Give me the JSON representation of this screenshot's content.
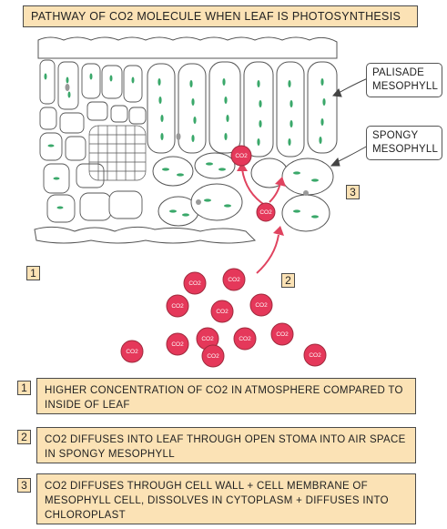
{
  "title": "PATHWAY OF CO2 MOLECULE WHEN LEAF IS PHOTOSYNTHESIS",
  "labels": {
    "palisade_line1": "PALISADE",
    "palisade_line2": "MESOPHYLL",
    "spongy_line1": "SPONGY",
    "spongy_line2": "MESOPHYLL"
  },
  "markers": {
    "one": "1",
    "two": "2",
    "three": "3"
  },
  "molecule_label": "CO2",
  "steps": [
    {
      "num": "1",
      "text": "HIGHER CONCENTRATION OF CO2 IN ATMOSPHERE COMPARED TO INSIDE OF LEAF"
    },
    {
      "num": "2",
      "text": "CO2 DIFFUSES INTO LEAF THROUGH OPEN STOMA INTO AIR SPACE IN SPONGY MESOPHYLL"
    },
    {
      "num": "3",
      "text": "CO2 DIFFUSES THROUGH CELL WALL + CELL MEMBRANE OF MESOPHYLL CELL, DISSOLVES IN CYTOPLASM + DIFFUSES INTO CHLOROPLAST"
    }
  ],
  "colors": {
    "box_fill": "#fbe2b5",
    "co2_fill": "#e5385a",
    "arrow": "#e0435f",
    "chloroplast": "#3aa86a"
  },
  "icons": [
    "leaf-cross-section",
    "co2-molecule",
    "arrow"
  ]
}
